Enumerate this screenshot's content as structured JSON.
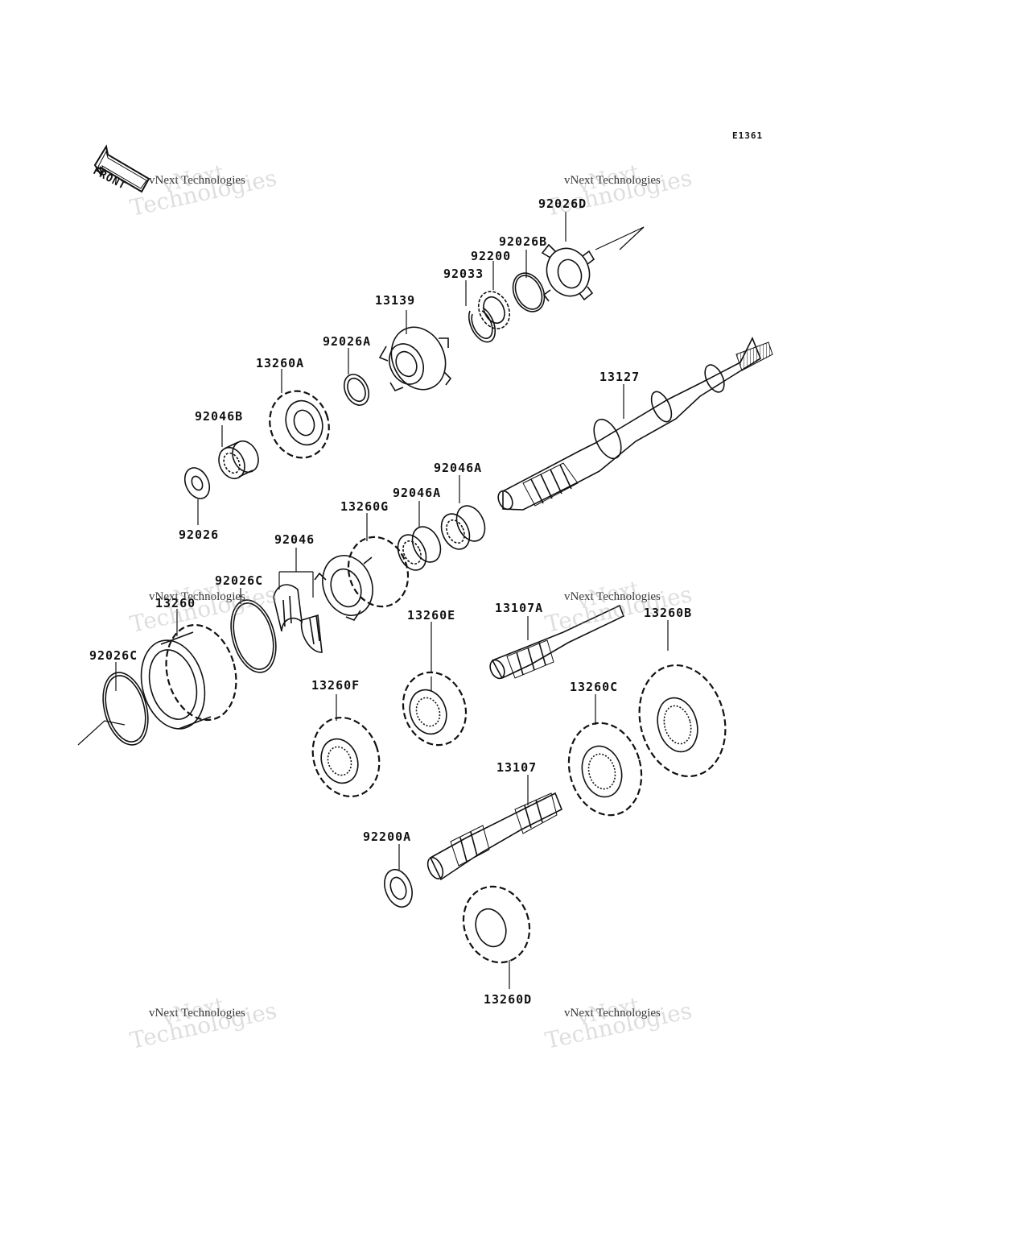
{
  "diagram": {
    "code": "E1361",
    "front_label": "FRONT",
    "watermark": {
      "brand": "vNext",
      "line": "vNext Technologies",
      "word": "Technologies"
    },
    "labels": {
      "p92026D": "92026D",
      "p92026B": "92026B",
      "p92200": "92200",
      "p92033": "92033",
      "p13139": "13139",
      "p92026A": "92026A",
      "p13260A": "13260A",
      "p13127": "13127",
      "p92046B": "92046B",
      "p92026": "92026",
      "p92046A_1": "92046A",
      "p92046A_2": "92046A",
      "p13260G": "13260G",
      "p92046": "92046",
      "p92026C_1": "92026C",
      "p13260": "13260",
      "p92026C_2": "92026C",
      "p13107A": "13107A",
      "p13260B": "13260B",
      "p13260E": "13260E",
      "p13260F": "13260F",
      "p13260C": "13260C",
      "p13107": "13107",
      "p92200A": "92200A",
      "p13260D": "13260D"
    }
  }
}
